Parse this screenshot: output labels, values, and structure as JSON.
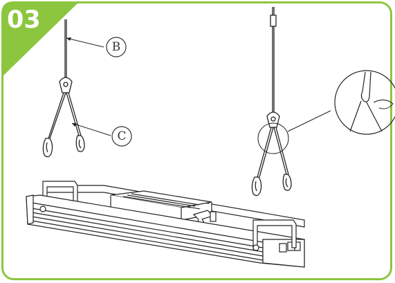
{
  "step": {
    "number": "03"
  },
  "callouts": [
    {
      "id": "B",
      "label": "B"
    },
    {
      "id": "C",
      "label": "C"
    }
  ],
  "colors": {
    "accent": "#8CC63F",
    "line": "#222222",
    "step_text": "#ffffff"
  }
}
